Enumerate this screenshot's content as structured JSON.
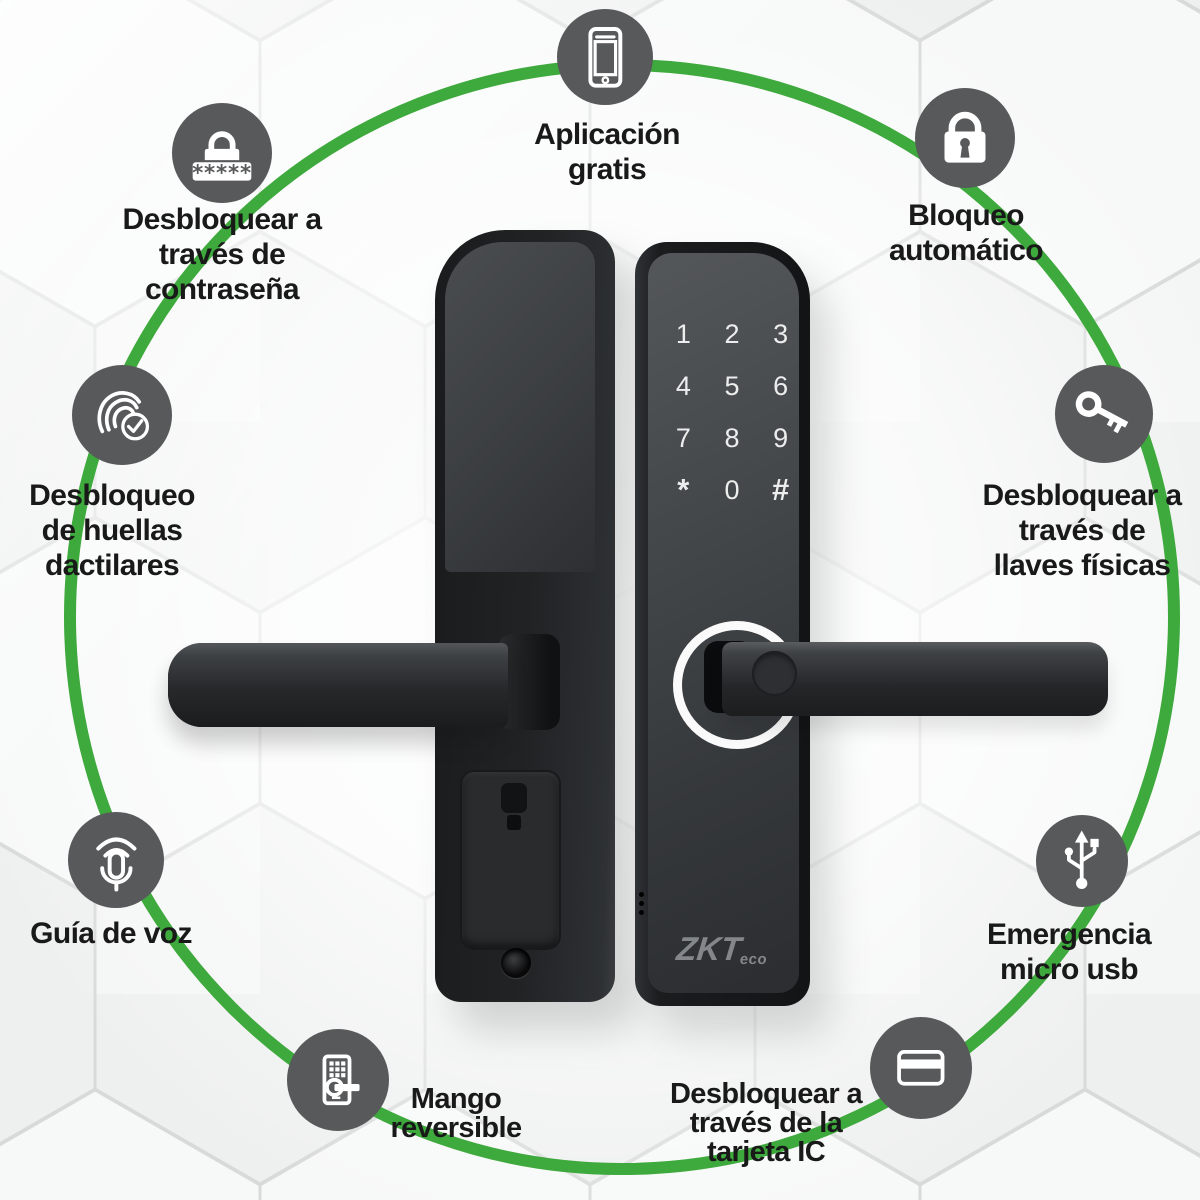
{
  "colors": {
    "accent_green": "#3EA93C",
    "icon_circle_gray": "#58595B",
    "text_dark": "#191919",
    "background": "#EEF0EF",
    "hexagon_stroke": "#D8DAD9"
  },
  "features": [
    {
      "id": "free-app",
      "icon": "smartphone-icon",
      "lines": [
        "Aplicación",
        "gratis"
      ]
    },
    {
      "id": "password-unlock",
      "icon": "password-icon",
      "lines": [
        "Desbloquear a",
        "través de",
        "contraseña"
      ]
    },
    {
      "id": "auto-lock",
      "icon": "padlock-icon",
      "lines": [
        "Bloqueo",
        "automático"
      ]
    },
    {
      "id": "fingerprint-unlock",
      "icon": "fingerprint-icon",
      "lines": [
        "Desbloqueo",
        "de huellas",
        "dactilares"
      ]
    },
    {
      "id": "physical-keys",
      "icon": "key-icon",
      "lines": [
        "Desbloquear a",
        "través de",
        "llaves físicas"
      ]
    },
    {
      "id": "voice-guide",
      "icon": "microphone-icon",
      "lines": [
        "Guía de voz"
      ]
    },
    {
      "id": "usb-emergency",
      "icon": "usb-icon",
      "lines": [
        "Emergencia",
        "micro usb"
      ]
    },
    {
      "id": "reversible-handle",
      "icon": "door-lock-icon",
      "lines": [
        "Mango",
        "reversible"
      ]
    },
    {
      "id": "ic-card",
      "icon": "ic-card-icon",
      "lines": [
        "Desbloquear a",
        "través de la",
        "tarjeta IC"
      ]
    }
  ],
  "product": {
    "brand_main": "ZKT",
    "brand_sub": "eco",
    "keypad": [
      "1",
      "2",
      "3",
      "4",
      "5",
      "6",
      "7",
      "8",
      "9",
      "*",
      "0",
      "#"
    ]
  }
}
